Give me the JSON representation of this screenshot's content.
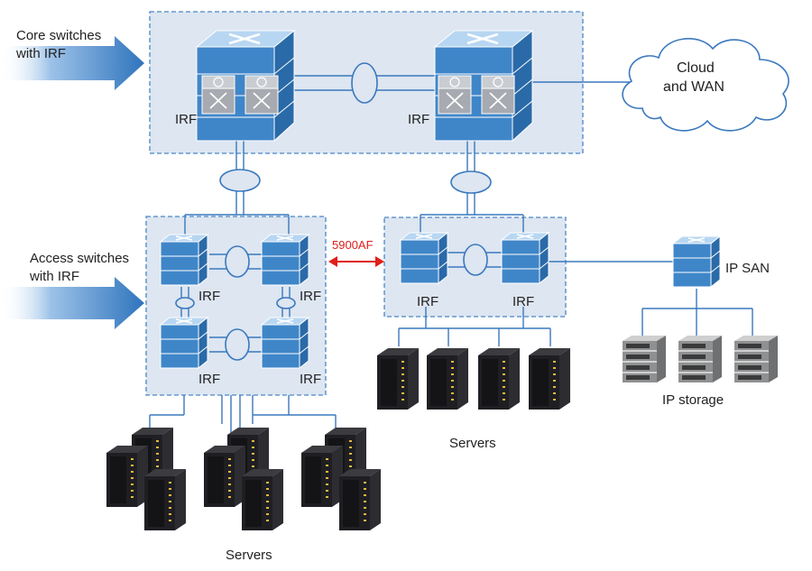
{
  "labels": {
    "core_switches": [
      "Core switches",
      "with IRF"
    ],
    "access_switches": [
      "Access switches",
      "with IRF"
    ],
    "cloud": [
      "Cloud",
      "and WAN"
    ],
    "irf": "IRF",
    "link_5900af": "5900AF",
    "ip_san": "IP SAN",
    "ip_storage": "IP storage",
    "servers": "Servers"
  },
  "colors": {
    "zone_fill": "#dde6f1",
    "zone_border": "#4a86c5",
    "link": "#3a78bd",
    "switch_front": "#3f86c8",
    "switch_top": "#a9cdee",
    "switch_side": "#2a6aa8",
    "arrow": "#3a7fc6",
    "red_link": "#e0201b",
    "server_dark": "#1e1e22",
    "storage_gray": "#9a9a9a"
  },
  "icons": [
    "core-switch-icon",
    "access-switch-icon",
    "server-rack-icon",
    "storage-array-icon",
    "cloud-icon",
    "irf-ring-icon",
    "arrow-icon"
  ]
}
